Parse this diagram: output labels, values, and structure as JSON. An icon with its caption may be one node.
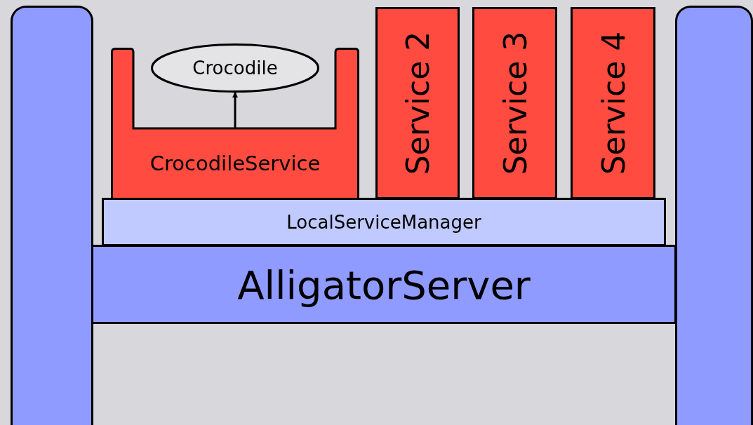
{
  "diagram": {
    "nodes": [
      {
        "text": [],
        "shape": "bar"
      },
      {
        "text": [
          "Crocodile"
        ]
      },
      {
        "text": [
          "CrocodileService"
        ]
      },
      {
        "text": [
          "Service 2"
        ]
      },
      {
        "text": [
          "Service 3"
        ]
      },
      {
        "text": [
          "Service 4"
        ]
      },
      {
        "text": [
          "LocalServiceManager"
        ]
      },
      {
        "text": [
          "AlligatorServer"
        ]
      },
      {
        "text": [],
        "shape": "bar"
      }
    ],
    "edges": [
      {
        "from": 2,
        "to": 1,
        "arrow": "to"
      }
    ]
  }
}
